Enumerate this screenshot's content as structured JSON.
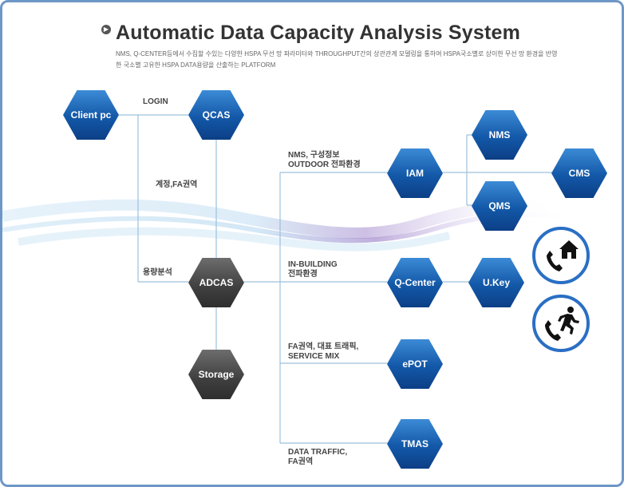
{
  "title": "Automatic Data Capacity Analysis System",
  "subtitle": "NMS, Q-CENTER등에서 수집할 수있는 다양한 HSPA 무선 망 파라미터와 THROUGHPUT간의 상관관계 모델링을 통하여 HSPA국소별로 상이한 무선 망 환경을 반영한 국소별 고유한 HSPA DATA용량을 산출하는 PLATFORM",
  "labels": {
    "login": "LOGIN",
    "account": "계정,FA권역",
    "capacity": "용량분석",
    "nms_line1": "NMS, 구성정보",
    "nms_line2": "OUTDOOR 전파환경",
    "inb_line1": "IN-BUILDING",
    "inb_line2": "전파환경",
    "fa_line1": "FA권역, 대표 트래픽,",
    "fa_line2": "SERVICE MIX",
    "traffic_line1": "DATA TRAFFIC,",
    "traffic_line2": "FA권역"
  },
  "nodes": {
    "client": "Client pc",
    "qcas": "QCAS",
    "adcas": "ADCAS",
    "storage": "Storage",
    "iam": "IAM",
    "nms": "NMS",
    "qms": "QMS",
    "cms": "CMS",
    "qcenter": "Q-Center",
    "ukey": "U.Key",
    "epot": "ePOT",
    "tmas": "TMAS"
  },
  "icons": [
    "phone-home-icon",
    "phone-running-person-icon"
  ],
  "colors": {
    "node_blue": "#1358a8",
    "node_dark": "#3f3f3f",
    "frame_border": "#6e97c8",
    "line": "#9cc0dc"
  }
}
